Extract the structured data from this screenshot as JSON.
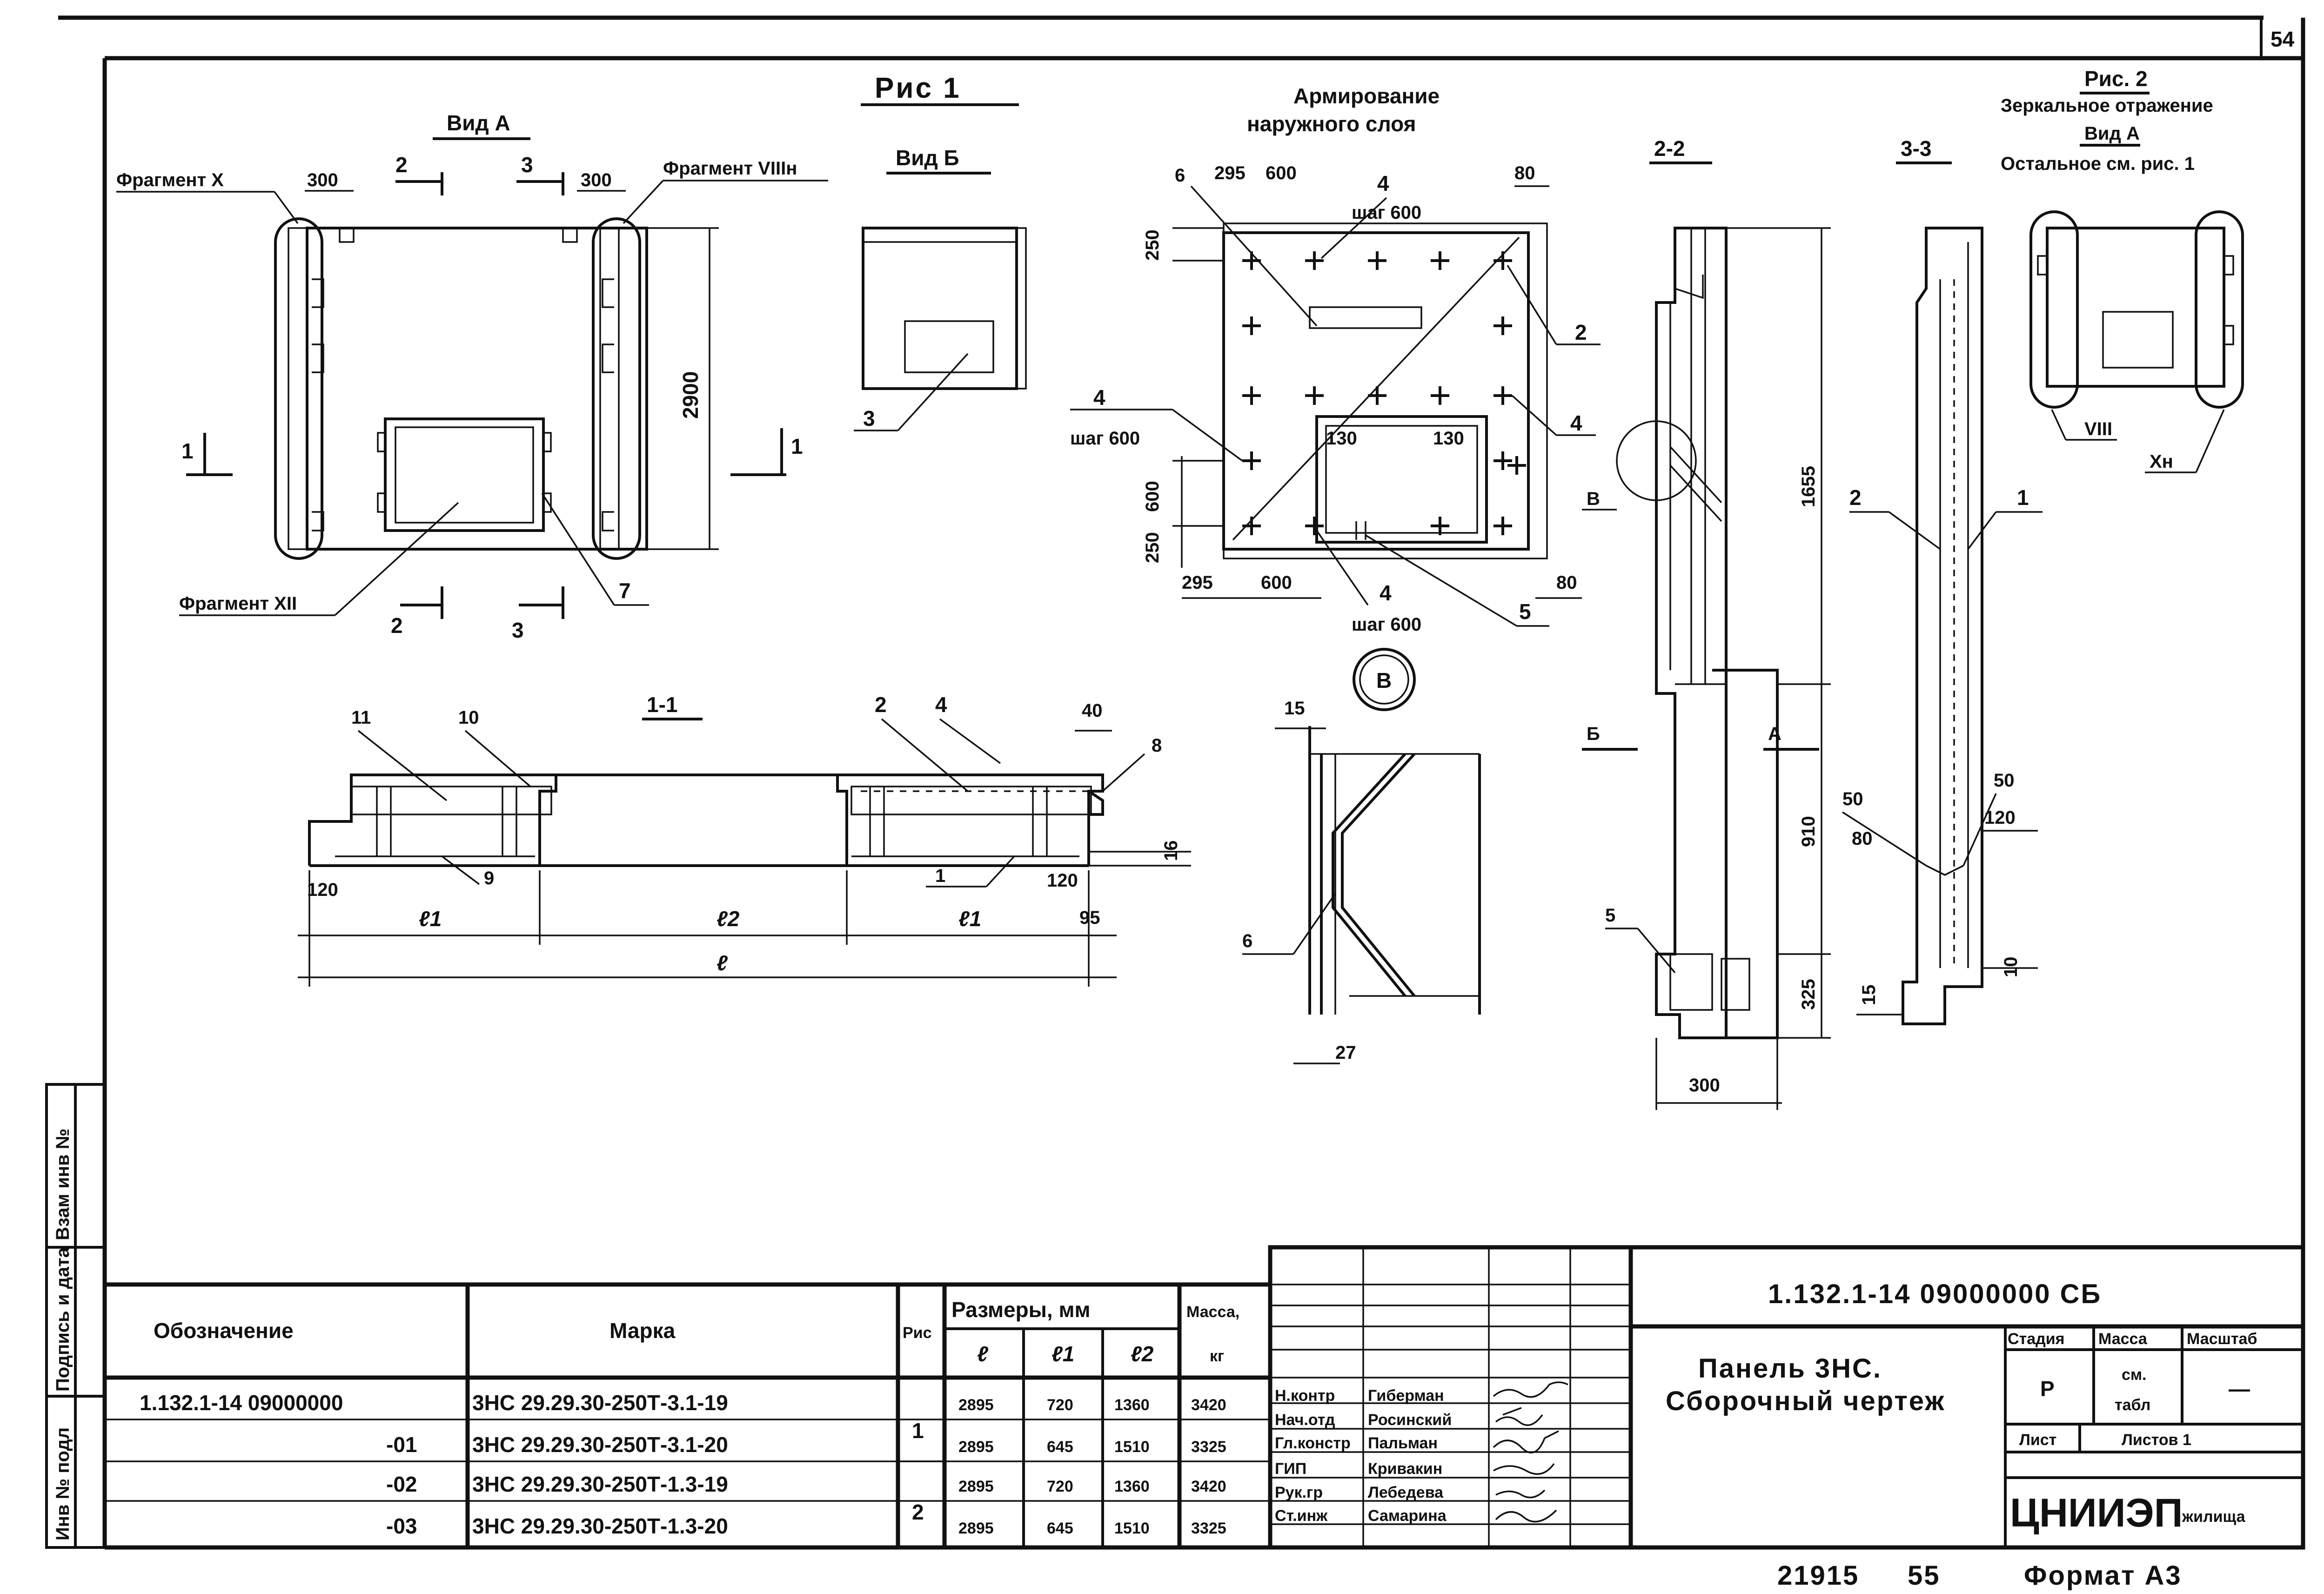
{
  "page": {
    "sheet_number": "54"
  },
  "figure1": {
    "title": "Рис 1",
    "view_a": {
      "label": "Вид А",
      "fragment_x": "Фрагмент X",
      "fragment_viii": "Фрагмент VIIIн",
      "fragment_xii": "Фрагмент XII",
      "dim_300_left": "300",
      "dim_300_right": "300",
      "dim_2900": "2900",
      "cut_2": "2",
      "cut_3": "3",
      "cut_1": "1",
      "callout_7": "7"
    },
    "view_b": {
      "label": "Вид Б",
      "callout_3": "3"
    },
    "reinforcement": {
      "title_line1": "Армирование",
      "title_line2": "наружного слоя",
      "dim_295": "295",
      "dim_600": "600",
      "dim_80": "80",
      "dim_250": "250",
      "dim_130": "130",
      "callout_6": "6",
      "callout_4": "4",
      "callout_2": "2",
      "callout_5": "5",
      "step_600": "шаг 600",
      "node_b": "В"
    },
    "section_1_1": {
      "label": "1-1",
      "dim_40": "40",
      "dim_16": "16",
      "dim_120": "120",
      "dim_95": "95",
      "l1": "ℓ1",
      "l2": "ℓ2",
      "l": "ℓ",
      "callouts": [
        "11",
        "10",
        "2",
        "4",
        "8",
        "9",
        "1"
      ]
    },
    "node_b_detail": {
      "dim_15": "15",
      "dim_27": "27",
      "callout_6": "6"
    },
    "section_2_2": {
      "label": "2-2",
      "dim_1655": "1655",
      "dim_910": "910",
      "dim_325": "325",
      "dim_300": "300",
      "arrow_b": "Б",
      "arrow_a": "А",
      "callout_b": "В",
      "callout_5": "5"
    },
    "section_3_3": {
      "label": "3-3",
      "dim_50_left": "50",
      "dim_80": "80",
      "dim_50_right": "50",
      "dim_120": "120",
      "dim_10": "10",
      "dim_15": "15",
      "callout_2": "2",
      "callout_1": "1"
    }
  },
  "figure2": {
    "title": "Рис. 2",
    "line1": "Зеркальное отражение",
    "line2": "Вид А",
    "line3": "Остальное см. рис. 1",
    "frag_viii": "VIII",
    "frag_x": "Xн"
  },
  "side_stamp": [
    "Инв № подл",
    "Подпись и дата",
    "Взам инв №"
  ],
  "spec_table": {
    "headers": {
      "designation": "Обозначение",
      "mark": "Марка",
      "fig": "Рис",
      "sizes": "Размеры, мм",
      "mass": "Масса,",
      "mass_unit": "кг",
      "l": "ℓ",
      "l1": "ℓ1",
      "l2": "ℓ2"
    },
    "rows": [
      {
        "designation": "1.132.1-14 09000000",
        "mark": "3НС 29.29.30-250Т-3.1-19",
        "l": "2895",
        "l1": "720",
        "l2": "1360",
        "mass": "3420"
      },
      {
        "designation": "-01",
        "mark": "3НС 29.29.30-250Т-3.1-20",
        "l": "2895",
        "l1": "645",
        "l2": "1510",
        "mass": "3325"
      },
      {
        "designation": "-02",
        "mark": "3НС 29.29.30-250Т-1.3-19",
        "l": "2895",
        "l1": "720",
        "l2": "1360",
        "mass": "3420"
      },
      {
        "designation": "-03",
        "mark": "3НС 29.29.30-250Т-1.3-20",
        "l": "2895",
        "l1": "645",
        "l2": "1510",
        "mass": "3325"
      }
    ],
    "fig_groups": [
      "1",
      "2"
    ]
  },
  "signatures": [
    {
      "role": "Н.контр",
      "name": "Гиберман"
    },
    {
      "role": "Нач.отд",
      "name": "Росинский"
    },
    {
      "role": "Гл.констр",
      "name": "Пальман"
    },
    {
      "role": "ГИП",
      "name": "Кривакин"
    },
    {
      "role": "Рук.гр",
      "name": "Лебедева"
    },
    {
      "role": "Ст.инж",
      "name": "Самарина"
    }
  ],
  "title_block": {
    "code": "1.132.1-14    09000000 СБ",
    "name_line1": "Панель 3НС.",
    "name_line2": "Сборочный чертеж",
    "stage_label": "Стадия",
    "mass_label": "Масса",
    "scale_label": "Масштаб",
    "stage_value": "Р",
    "mass_value_line1": "см.",
    "mass_value_line2": "табл",
    "scale_value": "—",
    "sheet_label": "Лист",
    "sheets_label": "Листов 1",
    "organization": "ЦНИИЭП",
    "organization_suffix": "жилища"
  },
  "footer": {
    "left_number": "21915",
    "right_number": "55",
    "format": "Формат А3"
  }
}
